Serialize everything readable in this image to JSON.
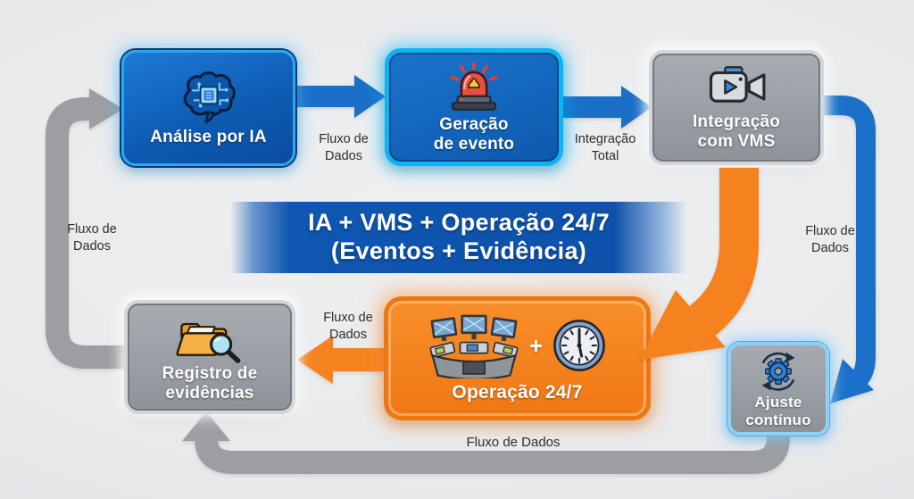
{
  "banner": {
    "line1": "IA + VMS + Operação 24/7",
    "line2": "(Eventos + Evidência)"
  },
  "nodes": {
    "analise": {
      "label": "Análise por IA",
      "icon": "ai-brain-chip-icon"
    },
    "geracao": {
      "line1": "Geração",
      "line2": "de evento",
      "icon": "alarm-siren-icon"
    },
    "vms": {
      "line1": "Integração",
      "line2": "com VMS",
      "icon": "video-camera-icon"
    },
    "registro": {
      "line1": "Registro de",
      "line2": "evidências",
      "icon": "folder-search-icon"
    },
    "operacao": {
      "label": "Operação 24/7",
      "plus": "+",
      "icons": [
        "control-room-icon",
        "clock-icon"
      ]
    },
    "ajuste": {
      "line1": "Ajuste",
      "line2": "contínuo",
      "icon": "gear-cycle-icon"
    }
  },
  "edge_labels": {
    "analise_geracao": {
      "line1": "Fluxo de",
      "line2": "Dados"
    },
    "geracao_vms": {
      "line1": "Integração",
      "line2": "Total"
    },
    "vms_ajuste": {
      "line1": "Fluxo de",
      "line2": "Dados"
    },
    "registro_analise": {
      "line1": "Fluxo de",
      "line2": "Dados"
    },
    "operacao_registro": {
      "line1": "Fluxo de",
      "line2": "Dados"
    },
    "ajuste_registro": {
      "text": "Fluxo de Dados"
    }
  },
  "colors": {
    "background": "#e7e9eb",
    "blue_box_fill": "#0e5cb4",
    "blue_box_border": "#2ba7ef",
    "cyan_border": "#0cb4f4",
    "gray_box_fill": "#9aa0a5",
    "gray_box_border": "#d4d7da",
    "orange_box_fill": "#f5821e",
    "orange_border": "#ee7714",
    "ajuste_border": "#8fd0f5",
    "banner_blue": "#0f57b2",
    "blue_arrow": "#1b6fc8",
    "gray_arrow": "#9c9ea1",
    "orange_arrow": "#f5821e",
    "label_text": "#2e2e2e"
  }
}
